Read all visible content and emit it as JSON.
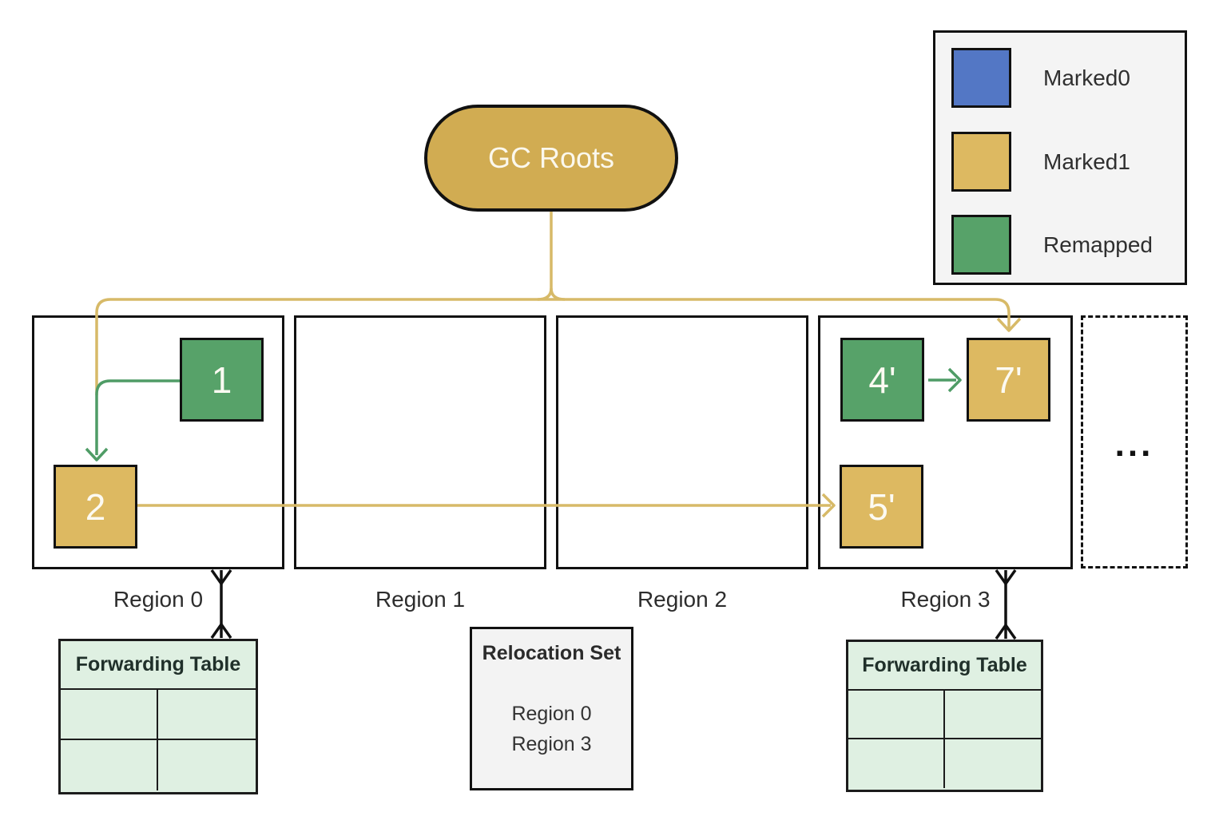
{
  "gc_roots": {
    "label": "GC Roots"
  },
  "legend": {
    "items": [
      {
        "label": "Marked0",
        "color": "#5377C5"
      },
      {
        "label": "Marked1",
        "color": "#DDB961"
      },
      {
        "label": "Remapped",
        "color": "#57A269"
      }
    ]
  },
  "regions": [
    {
      "label": "Region 0"
    },
    {
      "label": "Region 1"
    },
    {
      "label": "Region 2"
    },
    {
      "label": "Region 3"
    }
  ],
  "objects": {
    "obj1": {
      "label": "1",
      "state": "Remapped",
      "color": "#57A269"
    },
    "obj2": {
      "label": "2",
      "state": "Marked1",
      "color": "#DDB961"
    },
    "obj4": {
      "label": "4'",
      "state": "Remapped",
      "color": "#57A269"
    },
    "obj7": {
      "label": "7'",
      "state": "Marked1",
      "color": "#DDB961"
    },
    "obj5": {
      "label": "5'",
      "state": "Marked1",
      "color": "#DDB961"
    }
  },
  "overflow_box": {
    "label": "..."
  },
  "forwarding_tables": [
    {
      "title": "Forwarding Table"
    },
    {
      "title": "Forwarding Table"
    }
  ],
  "relocation_set": {
    "title": "Relocation Set",
    "items": [
      "Region 0",
      "Region 3"
    ]
  },
  "colors": {
    "marked0": "#5377C5",
    "marked1": "#DDB961",
    "remapped": "#57A269",
    "gold_line": "#D7BA68",
    "green_line": "#4F9C66",
    "table_bg": "#DFF0E2",
    "panel_bg": "#F4F4F4"
  }
}
